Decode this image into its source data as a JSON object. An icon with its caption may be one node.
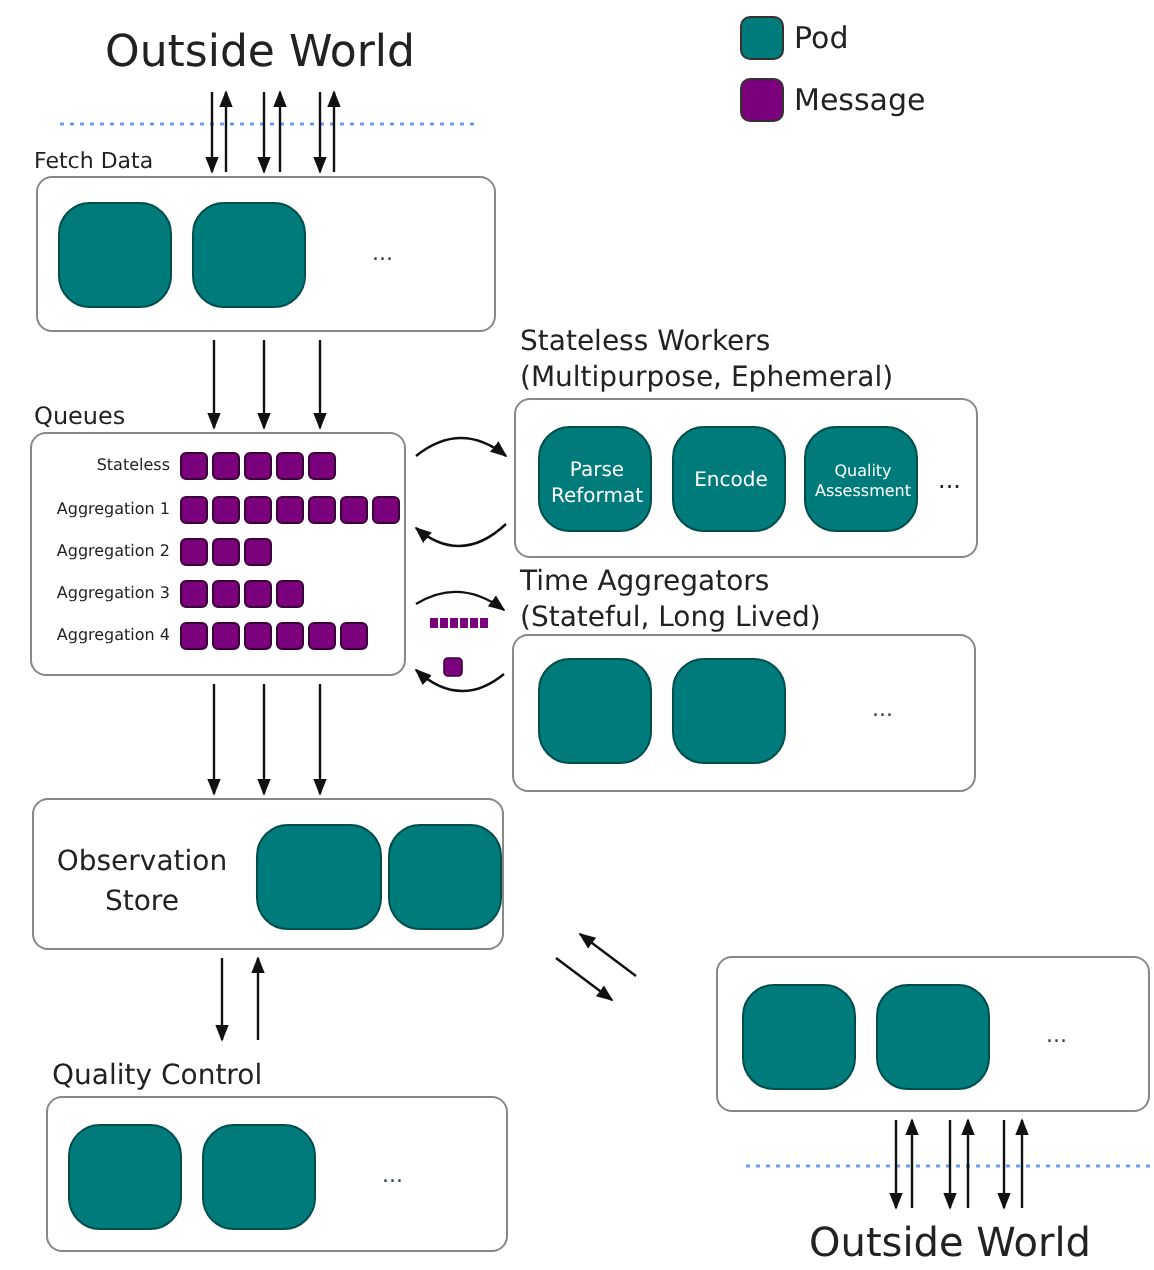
{
  "diagram": {
    "nodes": [
      {
        "text": [
          "Outside World"
        ]
      },
      {
        "text": [
          "Fetch Data",
          "..."
        ]
      },
      {
        "text": [],
        "shape": "box",
        "in": 1
      },
      {
        "text": [],
        "shape": "box",
        "in": 1
      },
      {
        "text": [
          "Queues",
          "Stateless",
          "Aggregation 1",
          "Aggregation 2",
          "Aggregation 3",
          "Aggregation 4"
        ]
      },
      {
        "text": [
          "Stateless Workers (Multipurpose, Ephemeral)",
          "..."
        ]
      },
      {
        "text": [
          "Parse Reformat"
        ],
        "in": 5
      },
      {
        "text": [
          "Encode"
        ],
        "in": 5
      },
      {
        "text": [
          "Quality Assessment"
        ],
        "in": 5
      },
      {
        "text": [
          "Time Aggregators (Stateful, Long Lived)",
          "..."
        ]
      },
      {
        "text": [],
        "shape": "box",
        "in": 9
      },
      {
        "text": [],
        "shape": "box",
        "in": 9
      },
      {
        "text": [
          "Observation Store"
        ]
      },
      {
        "text": [],
        "shape": "box",
        "in": 12
      },
      {
        "text": [],
        "shape": "box",
        "in": 12
      },
      {
        "text": [
          "Quality Control",
          "..."
        ]
      },
      {
        "text": [],
        "shape": "box",
        "in": 15
      },
      {
        "text": [],
        "shape": "box",
        "in": 15
      },
      {
        "text": [
          "..."
        ]
      },
      {
        "text": [],
        "shape": "box",
        "in": 18
      },
      {
        "text": [],
        "shape": "box",
        "in": 18
      },
      {
        "text": [
          "Outside World"
        ]
      }
    ],
    "edges": [
      {
        "from": 0,
        "to": 1,
        "arrow": "to"
      },
      {
        "from": 0,
        "to": 1,
        "arrow": "to"
      },
      {
        "from": 0,
        "to": 1,
        "arrow": "to"
      },
      {
        "from": 1,
        "to": 0,
        "arrow": "to"
      },
      {
        "from": 1,
        "to": 0,
        "arrow": "to"
      },
      {
        "from": 1,
        "to": 0,
        "arrow": "to"
      },
      {
        "from": 1,
        "to": 4,
        "arrow": "to"
      },
      {
        "from": 1,
        "to": 4,
        "arrow": "to"
      },
      {
        "from": 1,
        "to": 4,
        "arrow": "to"
      },
      {
        "from": 4,
        "to": 5,
        "arrow": "to"
      },
      {
        "from": 5,
        "to": 4,
        "arrow": "to"
      },
      {
        "from": 4,
        "to": 9,
        "arrow": "to"
      },
      {
        "from": 9,
        "to": 4,
        "arrow": "to"
      },
      {
        "from": 4,
        "to": 12,
        "arrow": "to"
      },
      {
        "from": 4,
        "to": 12,
        "arrow": "to"
      },
      {
        "from": 4,
        "to": 12,
        "arrow": "to"
      },
      {
        "from": 12,
        "to": 15,
        "arrow": "to"
      },
      {
        "from": 15,
        "to": 12,
        "arrow": "to"
      },
      {
        "from": 18,
        "to": 12,
        "arrow": "to"
      },
      {
        "from": 12,
        "to": 18,
        "arrow": "to"
      },
      {
        "from": 18,
        "to": 21,
        "arrow": "to"
      },
      {
        "from": 18,
        "to": 21,
        "arrow": "to"
      },
      {
        "from": 18,
        "to": 21,
        "arrow": "to"
      },
      {
        "from": 21,
        "to": 18,
        "arrow": "to"
      },
      {
        "from": 21,
        "to": 18,
        "arrow": "to"
      },
      {
        "from": 21,
        "to": 18,
        "arrow": "to"
      }
    ],
    "legend": [
      {
        "text": "Pod",
        "color": "#007b7b"
      },
      {
        "text": "Message",
        "color": "#7b007b"
      }
    ]
  }
}
